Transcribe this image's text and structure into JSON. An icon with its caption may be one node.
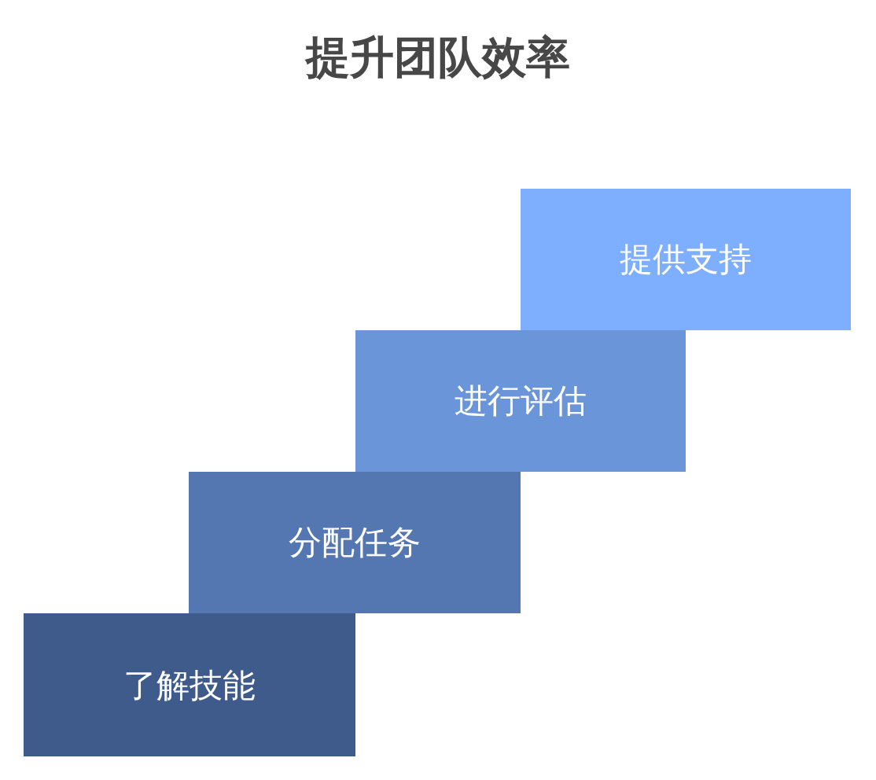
{
  "diagram": {
    "title": "提升团队效率",
    "nodes": [
      {
        "text": [
          "了解技能"
        ]
      },
      {
        "text": [
          "分配任务"
        ]
      },
      {
        "text": [
          "进行评估"
        ]
      },
      {
        "text": [
          "提供支持"
        ]
      }
    ]
  }
}
